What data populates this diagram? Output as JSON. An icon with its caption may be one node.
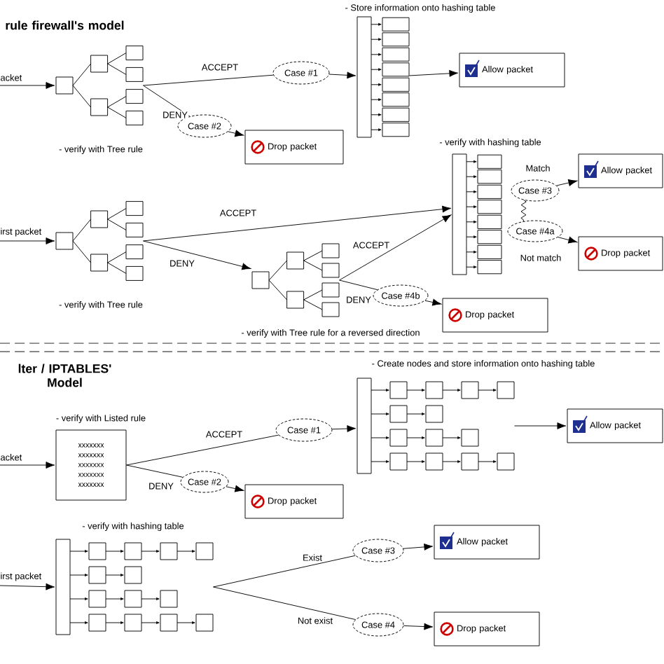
{
  "diagram": {
    "nodes": [
      {
        "text": [
          "acket"
        ]
      },
      {
        "text": [],
        "shape": "tree",
        "beside": [
          "- verify with Tree rule"
        ]
      },
      {
        "text": [
          "Case #1"
        ]
      },
      {
        "text": [],
        "shape": "table",
        "beside": [
          "- Store information onto hashing table"
        ]
      },
      {
        "text": [
          "Allow packet"
        ]
      },
      {
        "text": [
          "Case #2"
        ]
      },
      {
        "text": [
          "Drop packet"
        ]
      },
      {
        "text": [
          "irst packet"
        ]
      },
      {
        "text": [],
        "shape": "tree",
        "beside": [
          "- verify with Tree rule"
        ]
      },
      {
        "text": [],
        "shape": "table",
        "beside": [
          "- verify with hashing table"
        ]
      },
      {
        "text": [],
        "shape": "tree",
        "beside": [
          "- verify with Tree rule for a reversed direction"
        ]
      },
      {
        "text": [
          "Case #3"
        ]
      },
      {
        "text": [
          "Case #4a"
        ]
      },
      {
        "text": [
          "Allow packet"
        ]
      },
      {
        "text": [
          "Drop packet"
        ]
      },
      {
        "text": [
          "Case #4b"
        ]
      },
      {
        "text": [
          "Drop packet"
        ]
      },
      {
        "text": [
          "acket"
        ]
      },
      {
        "text": [
          "xxxxxxx",
          "xxxxxxx",
          "xxxxxxx",
          "xxxxxxx",
          "xxxxxxx"
        ],
        "beside": [
          "- verify with Listed rule"
        ]
      },
      {
        "text": [
          "Case #1"
        ]
      },
      {
        "text": [],
        "shape": "list",
        "beside": [
          "- Create nodes and store information onto hashing table"
        ]
      },
      {
        "text": [
          "Allow packet"
        ]
      },
      {
        "text": [
          "Case #2"
        ]
      },
      {
        "text": [
          "Drop packet"
        ]
      },
      {
        "text": [
          "irst packet"
        ]
      },
      {
        "text": [],
        "shape": "list",
        "beside": [
          "- verify with hashing table"
        ]
      },
      {
        "text": [
          "Case #3"
        ]
      },
      {
        "text": [
          "Case #4"
        ]
      },
      {
        "text": [
          "Allow packet"
        ]
      },
      {
        "text": [
          "Drop packet"
        ]
      }
    ],
    "edges": [
      {
        "from": 0,
        "to": 1,
        "arrow": "to"
      },
      {
        "from": 1,
        "to": 2,
        "arrow": "none",
        "label": "ACCEPT"
      },
      {
        "from": 2,
        "to": 3,
        "arrow": "to"
      },
      {
        "from": 3,
        "to": 4,
        "arrow": "to"
      },
      {
        "from": 1,
        "to": 5,
        "arrow": "none",
        "label": "DENY"
      },
      {
        "from": 5,
        "to": 6,
        "arrow": "to"
      },
      {
        "from": 7,
        "to": 8,
        "arrow": "to"
      },
      {
        "from": 8,
        "to": 9,
        "arrow": "to",
        "label": "ACCEPT"
      },
      {
        "from": 8,
        "to": 10,
        "arrow": "to",
        "label": "DENY"
      },
      {
        "from": 10,
        "to": 9,
        "arrow": "to",
        "label": "ACCEPT"
      },
      {
        "from": 10,
        "to": 15,
        "arrow": "none",
        "label": "DENY"
      },
      {
        "from": 15,
        "to": 16,
        "arrow": "to"
      },
      {
        "from": 11,
        "to": 12,
        "arrow": "none"
      },
      {
        "from": 11,
        "to": 13,
        "arrow": "to",
        "label": "Match"
      },
      {
        "from": 12,
        "to": 14,
        "arrow": "to",
        "label": "Not match"
      },
      {
        "from": 17,
        "to": 18,
        "arrow": "to"
      },
      {
        "from": 18,
        "to": 19,
        "arrow": "none",
        "label": "ACCEPT"
      },
      {
        "from": 19,
        "to": 20,
        "arrow": "to"
      },
      {
        "from": 20,
        "to": 21,
        "arrow": "to"
      },
      {
        "from": 18,
        "to": 22,
        "arrow": "none",
        "label": "DENY"
      },
      {
        "from": 22,
        "to": 23,
        "arrow": "to"
      },
      {
        "from": 24,
        "to": 25,
        "arrow": "to"
      },
      {
        "from": 25,
        "to": 26,
        "arrow": "none",
        "label": "Exist"
      },
      {
        "from": 25,
        "to": 27,
        "arrow": "none",
        "label": "Not exist"
      },
      {
        "from": 26,
        "to": 28,
        "arrow": "to"
      },
      {
        "from": 27,
        "to": 29,
        "arrow": "to"
      }
    ],
    "labels": [
      "rule firewall's model",
      "lter / IPTABLES' Model"
    ]
  }
}
